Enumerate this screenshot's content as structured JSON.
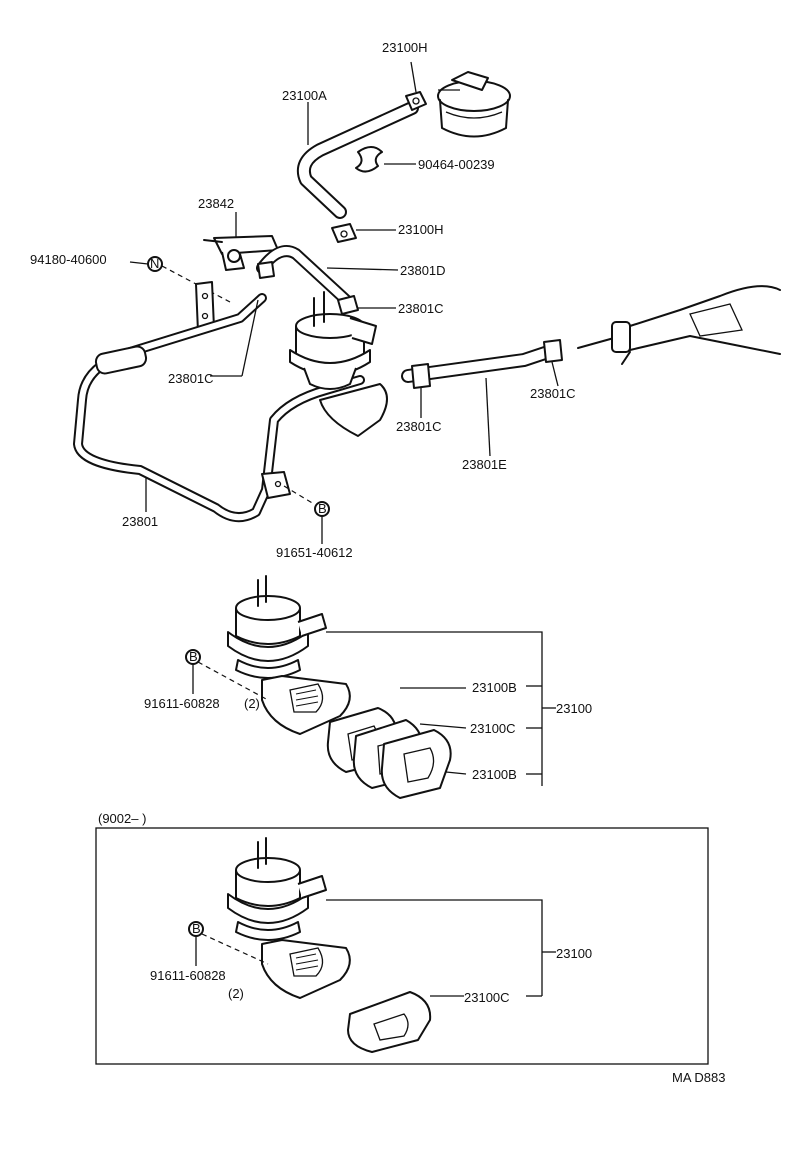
{
  "diagram": {
    "parts": {
      "p_23100H_top": "23100H",
      "p_23100A": "23100A",
      "p_90464": "90464-00239",
      "p_23842": "23842",
      "p_23100H_mid": "23100H",
      "p_94180": "94180-40600",
      "p_23801D": "23801D",
      "p_23801C_a": "23801C",
      "p_23801C_b": "23801C",
      "p_23801C_c": "23801C",
      "p_23801C_d": "23801C",
      "p_23801E": "23801E",
      "p_23801": "23801",
      "p_91651": "91651-40612",
      "p_23100B_a": "23100B",
      "p_23100": "23100",
      "p_23100C": "23100C",
      "p_23100B_b": "23100B",
      "p_91611": "91611-60828",
      "p_qty": "(2)",
      "p_23100_box": "23100",
      "p_23100C_box": "23100C",
      "p_91611_box": "91611-60828",
      "p_qty_box": "(2)"
    },
    "markers": {
      "n": "N",
      "b1": "B",
      "b2": "B",
      "b3": "B"
    },
    "box_title": "(9002–        )",
    "figure_code": "MA D883"
  }
}
